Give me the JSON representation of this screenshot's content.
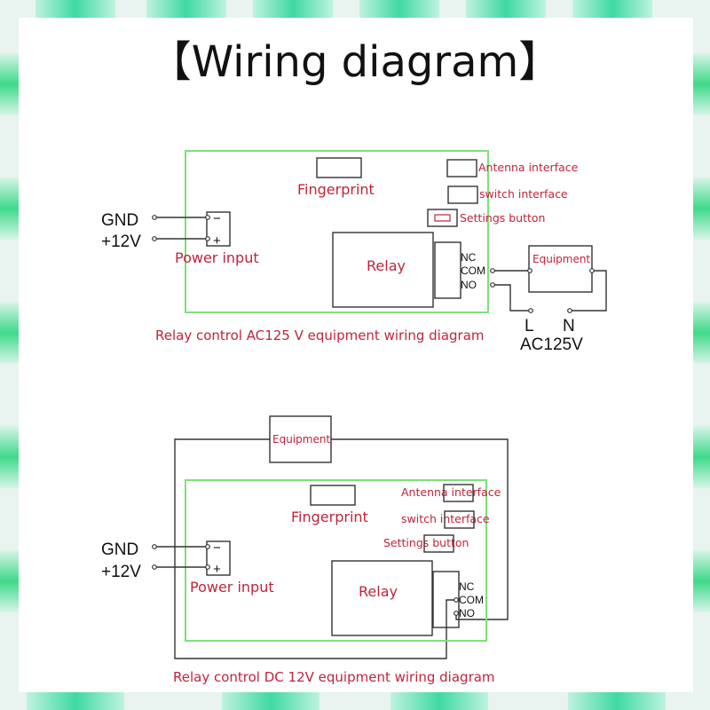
{
  "title": "【Wiring diagram】",
  "colors": {
    "label_red": "#c0243a",
    "board_green": "#7de07a",
    "wire": "#333333",
    "border_accent": "#3fd9a3"
  },
  "diagram_ac": {
    "gnd_label": "GND",
    "v12_label": "+12V",
    "minus_sign": "−",
    "plus_sign": "+",
    "power_input": "Power input",
    "fingerprint": "Fingerprint",
    "antenna": "Antenna interface",
    "switch": "switch interface",
    "settings": "Settings button",
    "relay": "Relay",
    "nc": "NC",
    "com": "COM",
    "no": "NO",
    "equipment": "Equipment",
    "l": "L",
    "n": "N",
    "ac_voltage": "AC125V",
    "caption": "Relay control AC125 V equipment wiring diagram"
  },
  "diagram_dc": {
    "gnd_label": "GND",
    "v12_label": "+12V",
    "minus_sign": "−",
    "plus_sign": "+",
    "power_input": "Power input",
    "fingerprint": "Fingerprint",
    "antenna": "Antenna interface",
    "switch": "switch interface",
    "settings": "Settings button",
    "relay": "Relay",
    "nc": "NC",
    "com": "COM",
    "no": "NO",
    "equipment": "Equipment",
    "caption": "Relay control DC 12V equipment wiring diagram"
  }
}
